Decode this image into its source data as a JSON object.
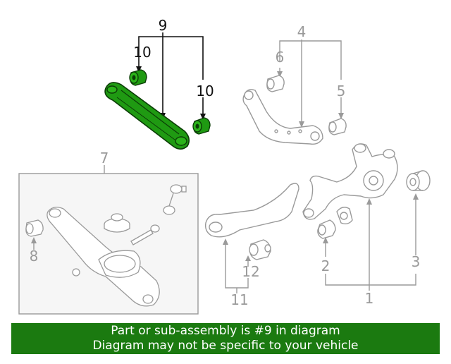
{
  "diagram": {
    "callouts": {
      "c1": "1",
      "c2": "2",
      "c3": "3",
      "c4": "4",
      "c5": "5",
      "c6": "6",
      "c7": "7",
      "c8": "8",
      "c9": "9",
      "c10a": "10",
      "c10b": "10",
      "c11": "11",
      "c12": "12"
    },
    "highlighted_part": "9",
    "highlight_color": "#1b7a10",
    "line_color": "#9a9a9a"
  },
  "banner": {
    "line1": "Part or sub-assembly is #9 in diagram",
    "line2": "Diagram may not be specific to your vehicle",
    "background": "#1b7a10"
  }
}
